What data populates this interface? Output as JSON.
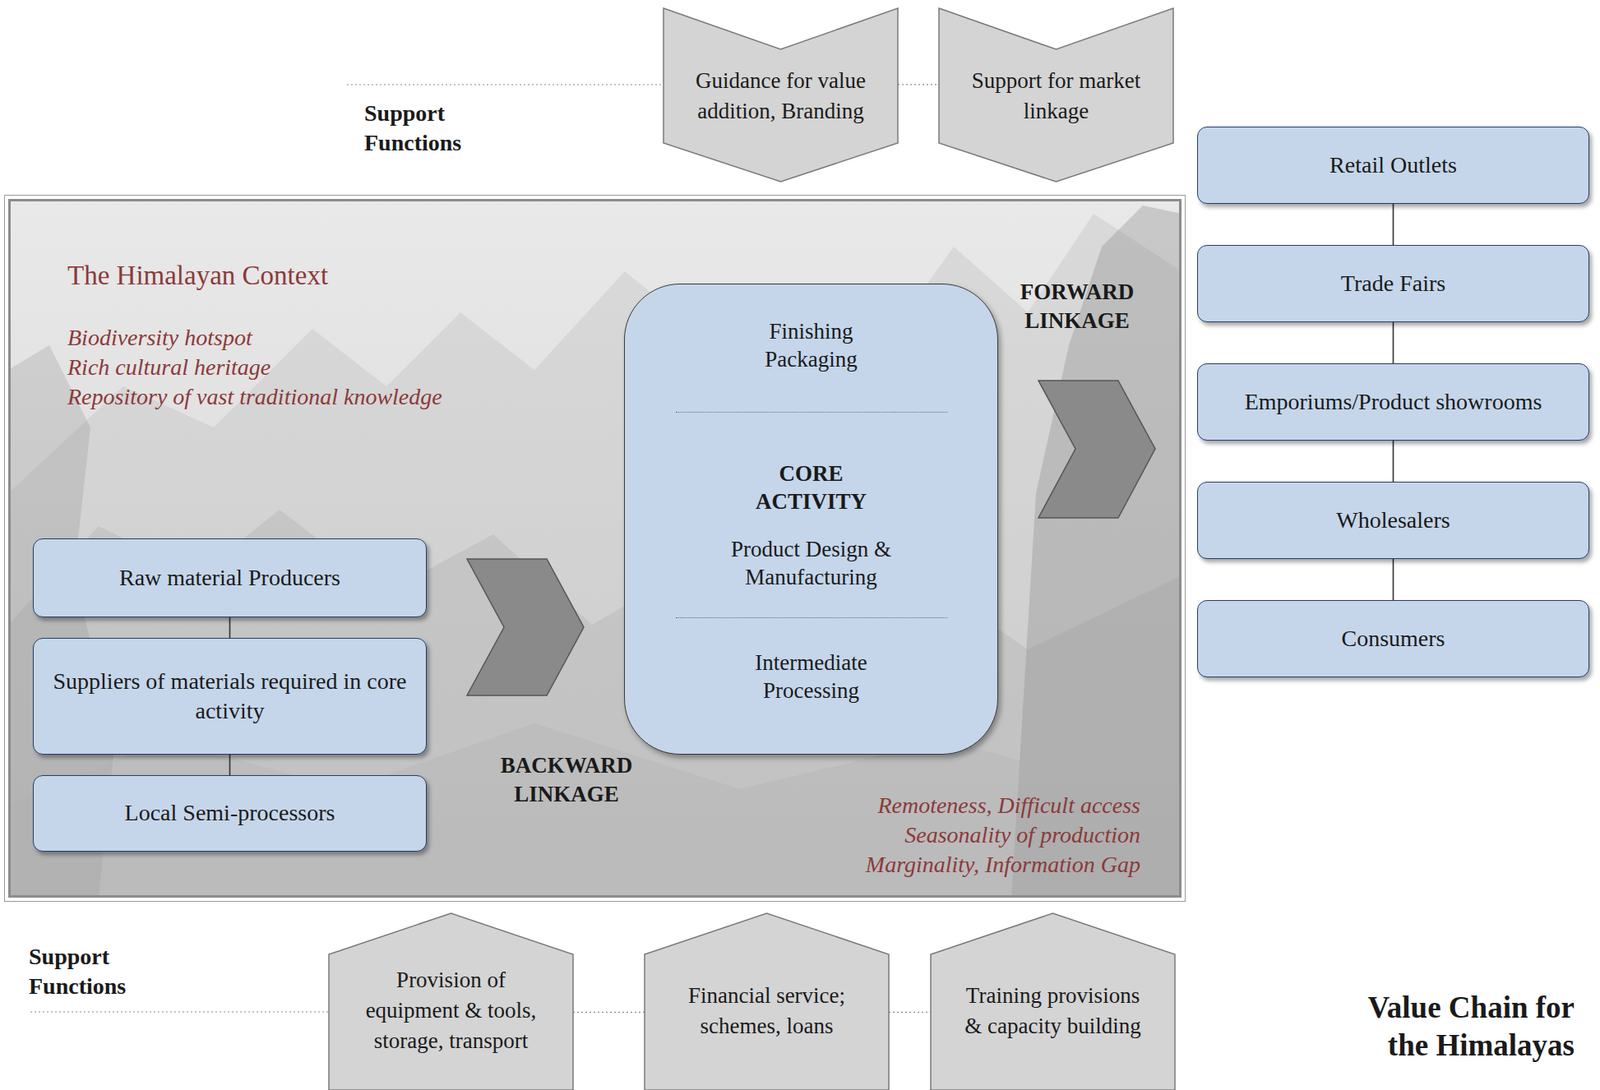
{
  "diagram": {
    "title": "Value Chain for the Himalayas",
    "nodes": [
      {
        "text": [
          "Guidance for value addition, Branding"
        ]
      },
      {
        "text": [
          "Support for market linkage"
        ]
      },
      {
        "text": [
          "The Himalayan Context"
        ]
      },
      {
        "text": [
          "Raw material Producers"
        ],
        "in": 2
      },
      {
        "text": [
          "Suppliers of materials required in core activity"
        ],
        "in": 2
      },
      {
        "text": [
          "Local Semi-processors"
        ],
        "in": 2
      },
      {
        "text": [
          "Finishing Packaging",
          "CORE ACTIVITY",
          "Product Design & Manufacturing",
          "Intermediate Processing"
        ],
        "in": 2
      },
      {
        "text": [
          "Retail Outlets"
        ]
      },
      {
        "text": [
          "Trade Fairs"
        ]
      },
      {
        "text": [
          "Emporiums/Product showrooms"
        ]
      },
      {
        "text": [
          "Wholesalers"
        ]
      },
      {
        "text": [
          "Consumers"
        ]
      },
      {
        "text": [
          "Provision of equipment & tools, storage, transport"
        ]
      },
      {
        "text": [
          "Financial service; schemes, loans"
        ]
      },
      {
        "text": [
          "Training provisions & capacity building"
        ]
      }
    ],
    "edges": [
      {
        "from": 0,
        "to": 1,
        "arrow": "none"
      },
      {
        "from": 3,
        "to": 4,
        "arrow": "none"
      },
      {
        "from": 4,
        "to": 5,
        "arrow": "none"
      },
      {
        "from": 7,
        "to": 8,
        "arrow": "none"
      },
      {
        "from": 8,
        "to": 9,
        "arrow": "none"
      },
      {
        "from": 9,
        "to": 10,
        "arrow": "none"
      },
      {
        "from": 10,
        "to": 11,
        "arrow": "none"
      },
      {
        "from": 12,
        "to": 13,
        "arrow": "none"
      },
      {
        "from": 13,
        "to": 14,
        "arrow": "none"
      }
    ],
    "labels": [
      "Support Functions",
      "Support Functions",
      "Biodiversity hotspot",
      "Rich cultural heritage",
      "Repository of vast traditional knowledge",
      "FORWARD LINKAGE",
      "BACKWARD LINKAGE",
      "Remoteness, Difficult access",
      "Seasonality of production",
      "Marginality, Information Gap"
    ]
  }
}
